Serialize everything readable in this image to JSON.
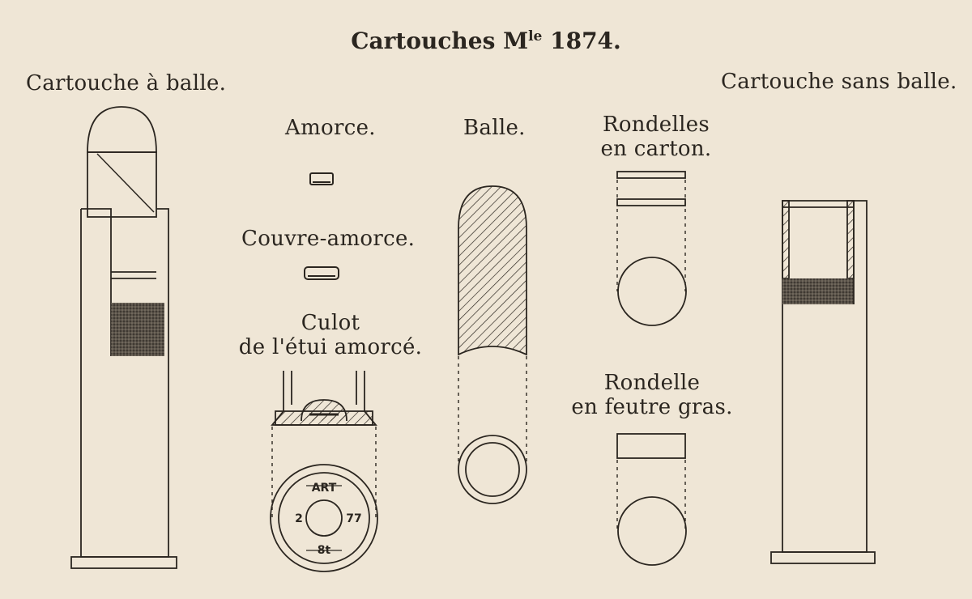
{
  "title": {
    "main": "Cartouches M",
    "sup": "le",
    "year": "1874."
  },
  "labels": {
    "cartouche_a_balle": "Cartouche à balle.",
    "cartouche_sans_balle": "Cartouche sans balle.",
    "amorce": "Amorce.",
    "couvre_amorce": "Couvre-amorce.",
    "culot_line1": "Culot",
    "culot_line2": "de l'étui amorcé.",
    "balle": "Balle.",
    "rondelles_line1": "Rondelles",
    "rondelles_line2": "en carton.",
    "rondelle_line1": "Rondelle",
    "rondelle_line2": "en feutre gras."
  },
  "headstamp": {
    "top": "ART",
    "left": "2",
    "right": "77",
    "bottom": "8t"
  },
  "colors": {
    "paper": "#efe6d6",
    "ink": "#2b2620",
    "powder": "#4a443c"
  }
}
